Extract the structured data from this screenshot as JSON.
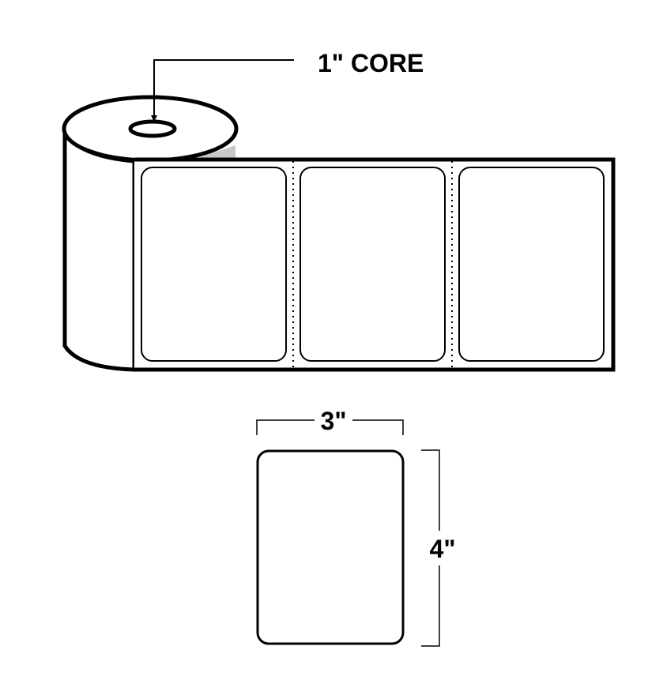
{
  "labels": {
    "core": "1\" CORE",
    "width": "3\"",
    "height": "4\""
  },
  "colors": {
    "stroke": "#000000",
    "background": "#ffffff",
    "core_shadow": "#c8c8c8"
  },
  "roll": {
    "label_count": 3,
    "separator": "dotted-perforation"
  }
}
